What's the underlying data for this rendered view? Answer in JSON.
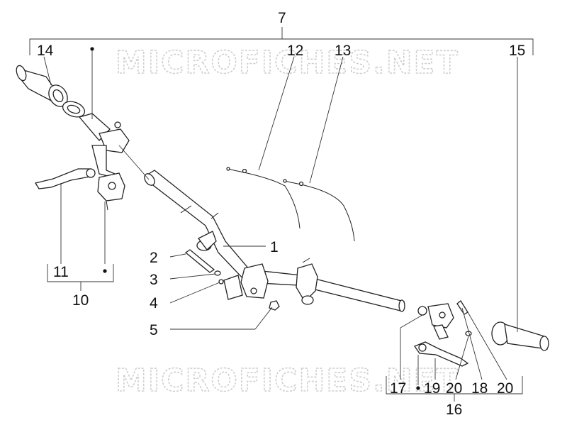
{
  "watermark": "MICROFICHES.NET",
  "callouts": {
    "n1": "1",
    "n2": "2",
    "n3": "3",
    "n4": "4",
    "n5": "5",
    "n7": "7",
    "n10": "10",
    "n11": "11",
    "n12": "12",
    "n13": "13",
    "n14": "14",
    "n15": "15",
    "n16": "16",
    "n17": "17",
    "n18": "18",
    "n19": "19",
    "n20a": "20",
    "n20b": "20"
  }
}
